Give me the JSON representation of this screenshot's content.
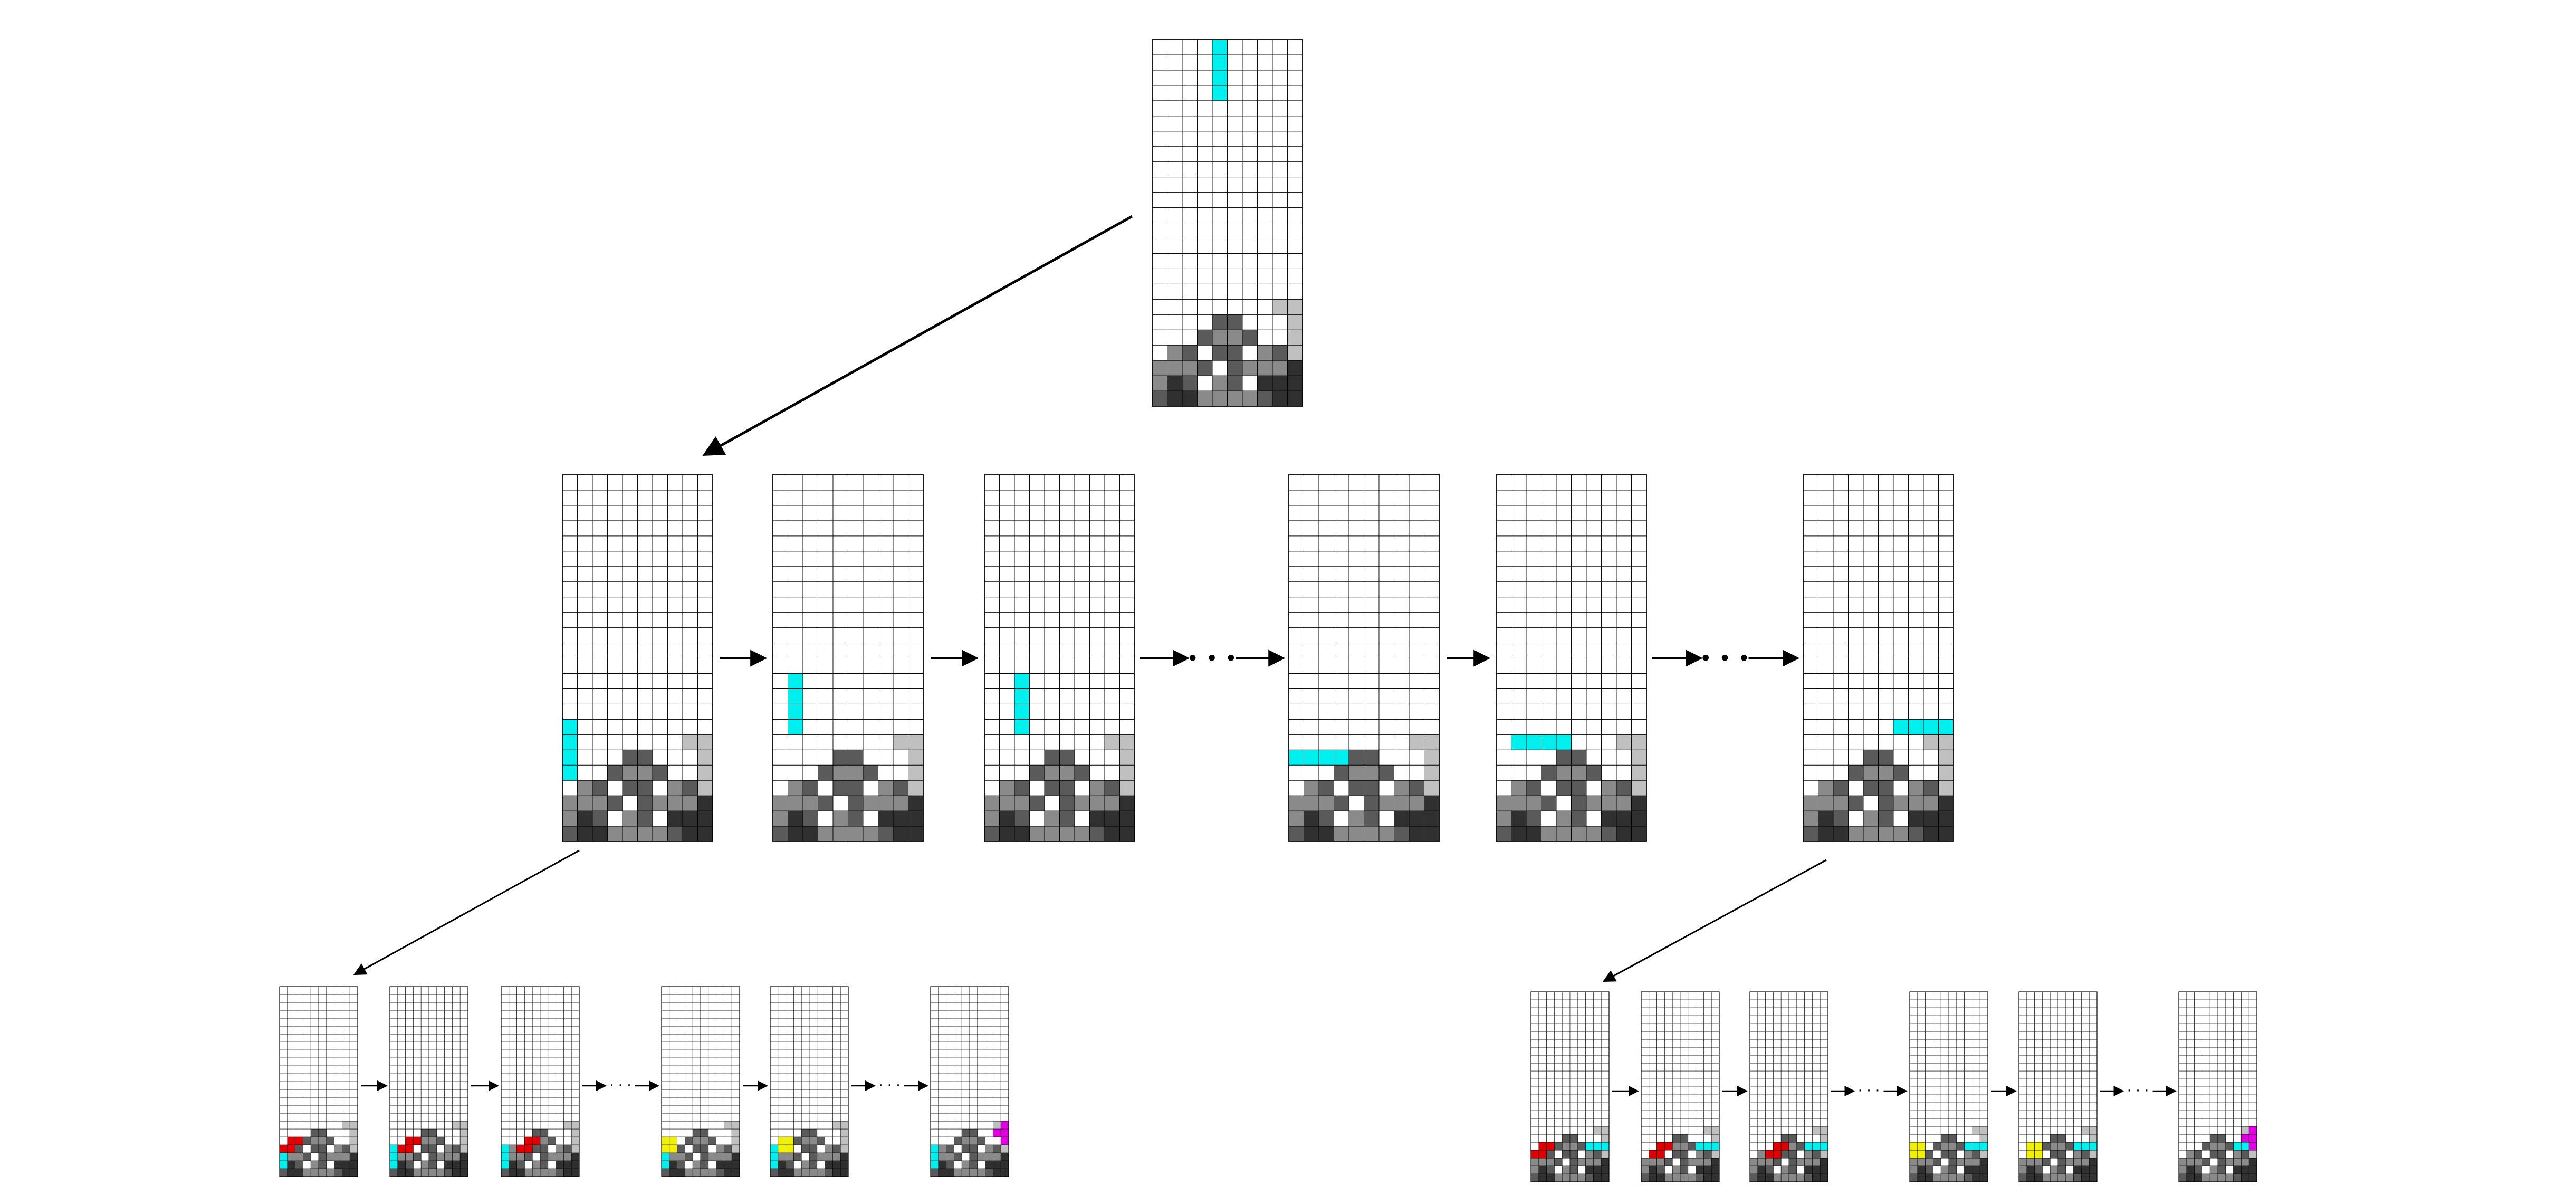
{
  "board": {
    "columns": 10,
    "rows": 24,
    "visible_empty_rows_note": ""
  },
  "colors": {
    "empty": "#ffffff",
    "grid_line": "#000000",
    "I_piece": "#00f0f0",
    "Z_piece": "#e00000",
    "O_piece": "#f0f000",
    "T_piece": "#e000e0",
    "stack_light": "#c0c0c0",
    "stack_mid": "#8a8a8a",
    "stack_dark": "#5a5a5a",
    "stack_darkest": "#303030",
    "arrow": "#000000"
  },
  "tree": {
    "root": {
      "piece": "I",
      "orientation": "vertical",
      "column": 4,
      "rows_from_top": [
        0,
        1,
        2,
        3
      ]
    },
    "level1": [
      {
        "piece": "I",
        "orientation": "vertical",
        "column": 0,
        "landed": true
      },
      {
        "piece": "I",
        "orientation": "vertical",
        "column": 1
      },
      {
        "piece": "I",
        "orientation": "vertical",
        "column": 2
      },
      {
        "ellipsis": "• • •"
      },
      {
        "piece": "I",
        "orientation": "horizontal",
        "columns": [
          0,
          1,
          2,
          3
        ]
      },
      {
        "piece": "I",
        "orientation": "horizontal",
        "columns": [
          1,
          2,
          3,
          4
        ]
      },
      {
        "ellipsis": "• • •"
      },
      {
        "piece": "I",
        "orientation": "horizontal",
        "columns": [
          6,
          7,
          8,
          9
        ]
      }
    ],
    "level2_left": [
      {
        "piece": "Z"
      },
      {
        "piece": "Z"
      },
      {
        "piece": "Z"
      },
      {
        "ellipsis": "· · ·"
      },
      {
        "piece": "O"
      },
      {
        "piece": "O"
      },
      {
        "ellipsis": "· · ·"
      },
      {
        "piece": "T"
      }
    ],
    "level2_right": [
      {
        "piece": "Z"
      },
      {
        "piece": "Z"
      },
      {
        "piece": "Z"
      },
      {
        "ellipsis": "· · ·"
      },
      {
        "piece": "O"
      },
      {
        "piece": "O"
      },
      {
        "ellipsis": "· · ·"
      },
      {
        "piece": "T"
      }
    ]
  },
  "labels": {
    "ellipsis_large": "• • •",
    "ellipsis_small": "· · ·"
  }
}
